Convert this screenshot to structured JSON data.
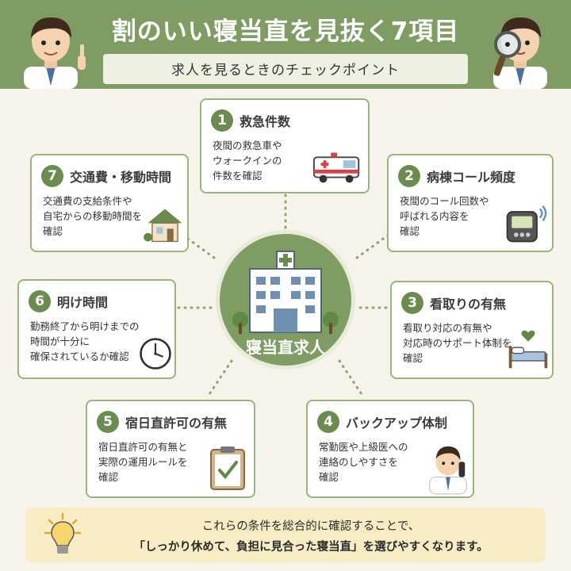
{
  "header": {
    "title": "割のいい寝当直を見抜く7項目",
    "subtitle": "求人を見るときのチェックポイント"
  },
  "center": {
    "label": "寝当直求人"
  },
  "items": [
    {
      "num": "1",
      "title": "救急件数",
      "body": "夜間の救急車や\nウォークインの\n件数を確認",
      "icon": "ambulance-icon"
    },
    {
      "num": "2",
      "title": "病棟コール頻度",
      "body": "夜間のコール回数や\n呼ばれる内容を\n確認",
      "icon": "pager-icon"
    },
    {
      "num": "3",
      "title": "看取りの有無",
      "body": "看取り対応の有無や\n対応時のサポート体制を\n確認",
      "icon": "bed-heart-icon"
    },
    {
      "num": "4",
      "title": "バックアップ体制",
      "body": "常勤医や上級医への\n連絡のしやすさを\n確認",
      "icon": "doctor-phone-icon"
    },
    {
      "num": "5",
      "title": "宿日直許可の有無",
      "body": "宿日直許可の有無と\n実際の運用ルールを\n確認",
      "icon": "clipboard-check-icon"
    },
    {
      "num": "6",
      "title": "明け時間",
      "body": "勤務終了から明けまでの\n時間が十分に\n確保されているか確認",
      "icon": "clock-icon"
    },
    {
      "num": "7",
      "title": "交通費・移動時間",
      "body": "交通費の支給条件や\n自宅からの移動時間を\n確認",
      "icon": "house-icon"
    }
  ],
  "footer": {
    "line1": "これらの条件を総合的に確認することで、",
    "line2": "「しっかり休めて、負担に見合った寝当直」を選びやすくなります。"
  },
  "colors": {
    "primary": "#7f9c63",
    "dark_green": "#6a8c4f",
    "card_border": "#9bb37e",
    "background": "#f6f3ea",
    "footer_bg": "#f7ecc4"
  }
}
